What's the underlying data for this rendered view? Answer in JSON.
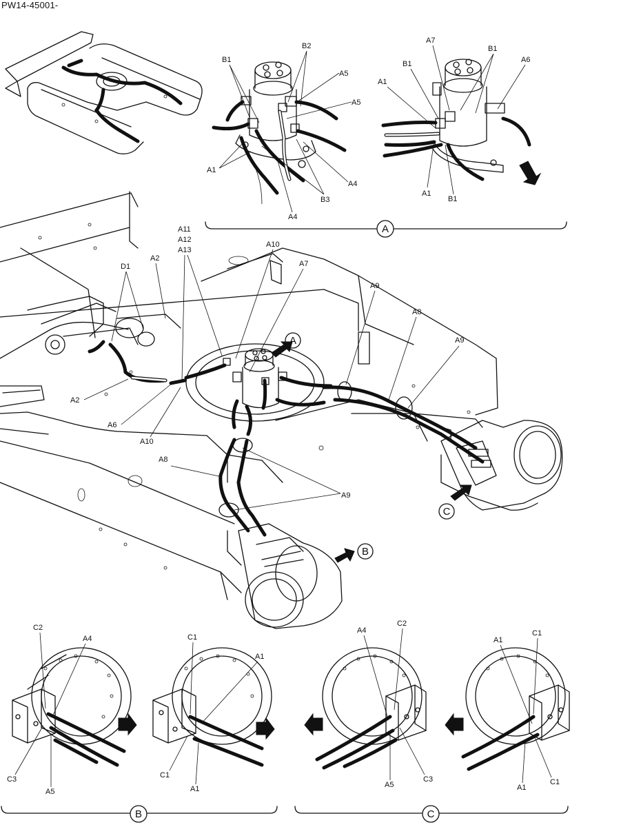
{
  "document": {
    "code": "PW14-45001-"
  },
  "views": {
    "A": {
      "id": "A",
      "left_labels": [
        "B1",
        "B2",
        "A5",
        "A5",
        "A1",
        "B3",
        "A4",
        "A4"
      ],
      "right_labels": [
        "A7",
        "B1",
        "B1",
        "A6",
        "A1",
        "A1",
        "B1"
      ]
    },
    "B": {
      "id": "B",
      "left_labels": [
        "C2",
        "A4",
        "C3",
        "A5"
      ],
      "right_labels": [
        "C1",
        "A1",
        "C1",
        "A1"
      ]
    },
    "C": {
      "id": "C",
      "left_labels": [
        "A4",
        "C2",
        "A5",
        "C3"
      ],
      "right_labels": [
        "A1",
        "C1",
        "A1",
        "C1"
      ]
    }
  },
  "main_labels": [
    "D1",
    "A2",
    "A11",
    "A12",
    "A13",
    "A10",
    "A7",
    "A9",
    "A8",
    "A9",
    "A2",
    "A6",
    "A10",
    "A8",
    "A9"
  ],
  "callouts": [
    "A",
    "B",
    "C"
  ]
}
